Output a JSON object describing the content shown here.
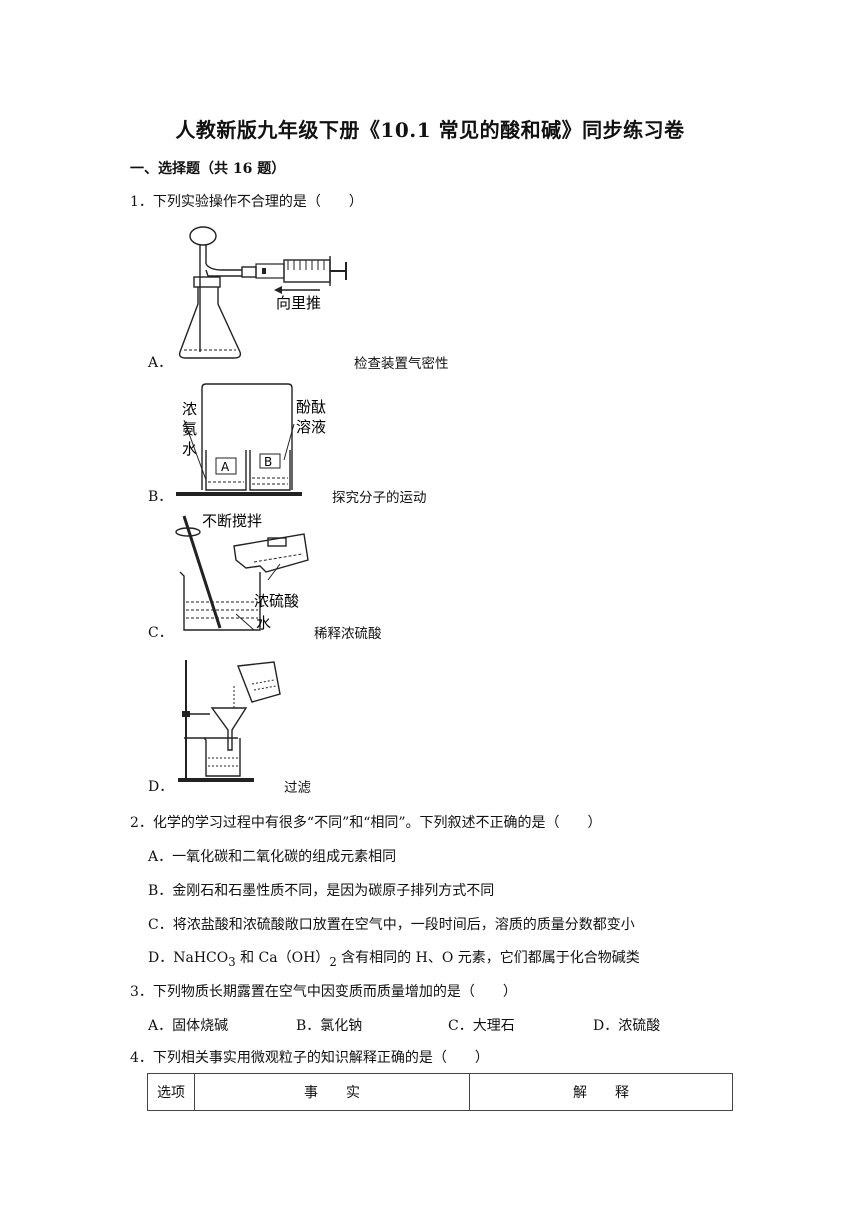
{
  "title": "人教新版九年级下册《10.1  常见的酸和碱》同步练习卷",
  "section": "一、选择题（共 16 题）",
  "questions": [
    {
      "stem": "1．下列实验操作不合理的是（　　）",
      "options": [
        {
          "letter": "A．",
          "caption": "检查装置气密性",
          "labels": [
            "向里推"
          ]
        },
        {
          "letter": "B．",
          "caption": "探究分子的运动",
          "labels": [
            "浓",
            "氨",
            "水",
            "酚酞",
            "溶液",
            "A",
            "B"
          ]
        },
        {
          "letter": "C．",
          "caption": "稀释浓硫酸",
          "labels": [
            "不断搅拌",
            "浓硫酸",
            "水"
          ]
        },
        {
          "letter": "D．",
          "caption": "过滤",
          "labels": []
        }
      ]
    },
    {
      "stem": "2．化学的学习过程中有很多“不同”和“相同”。下列叙述不正确的是（　　）",
      "options": [
        "A．一氧化碳和二氧化碳的组成元素相同",
        "B．金刚石和石墨性质不同，是因为碳原子排列方式不同",
        "C．将浓盐酸和浓硫酸敞口放置在空气中，一段时间后，溶质的质量分数都变小"
      ],
      "option_d": {
        "prefix": "D．NaHCO",
        "sub1": "3",
        "mid": " 和 Ca（OH）",
        "sub2": "2",
        "suffix": " 含有相同的 H、O 元素，它们都属于化合物碱类"
      }
    },
    {
      "stem": "3．下列物质长期露置在空气中因变质而质量增加的是（　　）",
      "options": [
        "A．固体烧碱",
        "B．氯化钠",
        "C．大理石",
        "D．浓硫酸"
      ]
    },
    {
      "stem": "4．下列相关事实用微观粒子的知识解释正确的是（　　）",
      "table_header": [
        "选项",
        "事　　实",
        "解　　释"
      ]
    }
  ]
}
